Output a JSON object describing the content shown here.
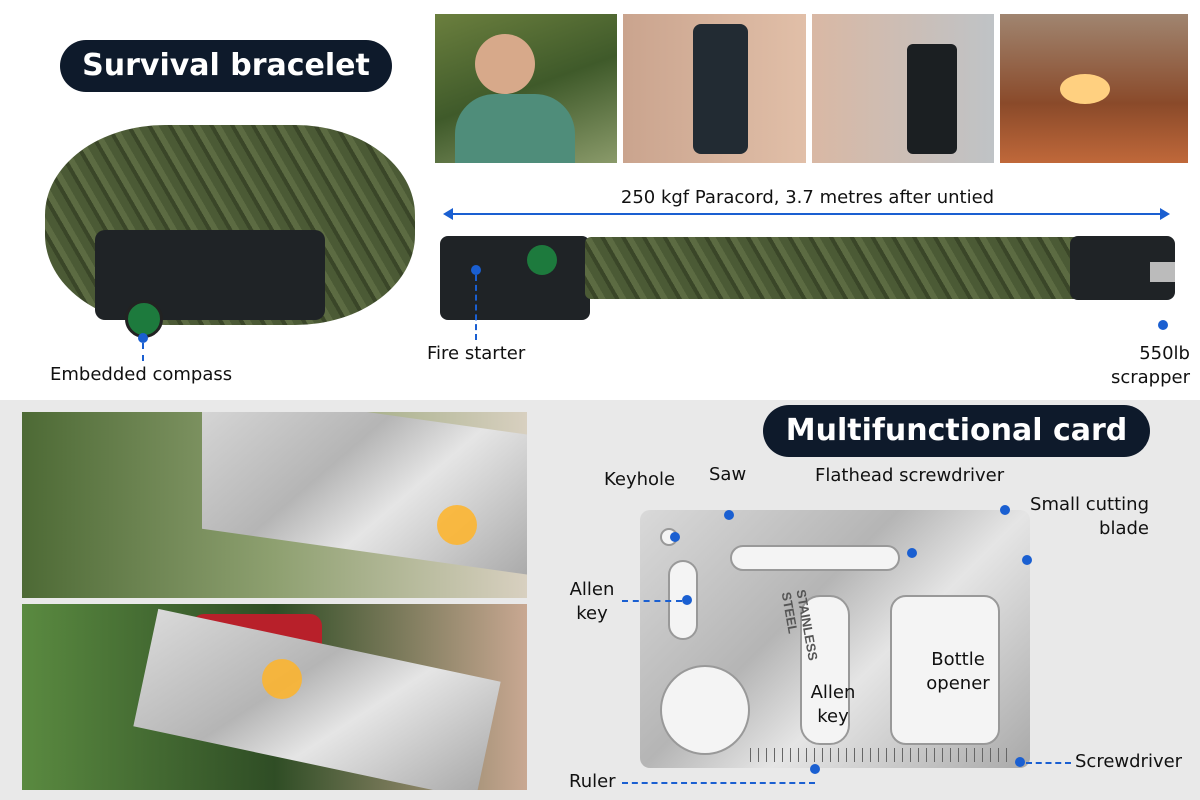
{
  "bracelet_section": {
    "title": "Survival bracelet",
    "labels": {
      "compass": "Embedded compass",
      "length": "250 kgf Paracord, 3.7 metres after untied",
      "fire_starter": "Fire starter",
      "scrapper_line1": "550lb",
      "scrapper_line2": "scrapper"
    }
  },
  "card_section": {
    "title": "Multifunctional card",
    "card_text": "STAINLESS STEEL",
    "labels": {
      "keyhole": "Keyhole",
      "saw": "Saw",
      "flathead": "Flathead screwdriver",
      "blade_line1": "Small cutting",
      "blade_line2": "blade",
      "allen1_line1": "Allen",
      "allen1_line2": "key",
      "bottle_line1": "Bottle",
      "bottle_line2": "opener",
      "allen2_line1": "Allen",
      "allen2_line2": "key",
      "screwdriver": "Screwdriver",
      "ruler": "Ruler"
    }
  },
  "colors": {
    "accent": "#1a5fd1",
    "pill": "#0e1a2b"
  }
}
